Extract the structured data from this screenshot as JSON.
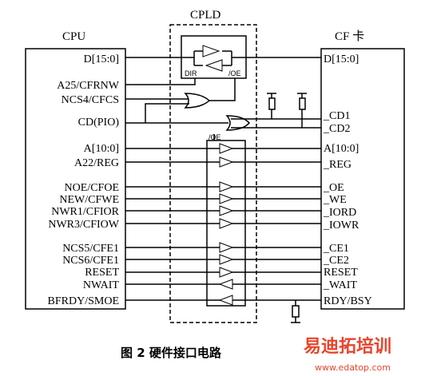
{
  "titles": {
    "cpld": "CPLD",
    "cpu": "CPU",
    "cf": "CF 卡"
  },
  "cpu_pins": [
    "D[15:0]",
    "A25/CFRNW",
    "NCS4/CFCS",
    "CD(PIO)",
    "A[10:0]",
    "A22/REG",
    "NOE/CFOE",
    "NEW/CFWE",
    "NWR1/CFIOR",
    "NWR3/CFIOW",
    "NCS5/CFE1",
    "NCS6/CFE1",
    "RESET",
    "NWAIT",
    "BFRDY/SMOE"
  ],
  "cf_pins": [
    "D[15:0]",
    "_CD1",
    "_CD2",
    "A[10:0]",
    "_REG",
    "_OE",
    "_WE",
    "_IORD",
    "_IOWR",
    "_CE1",
    "_CE2",
    "RESET",
    "_WAIT",
    "RDY/BSY"
  ],
  "internal": {
    "dir": "DIR",
    "oe_bidir": "/OE",
    "oe_buffers": "/OE"
  },
  "caption": "图 2   硬件接口电路",
  "watermark": {
    "text": "易迪拓培训",
    "url": "www.edatop.com"
  }
}
